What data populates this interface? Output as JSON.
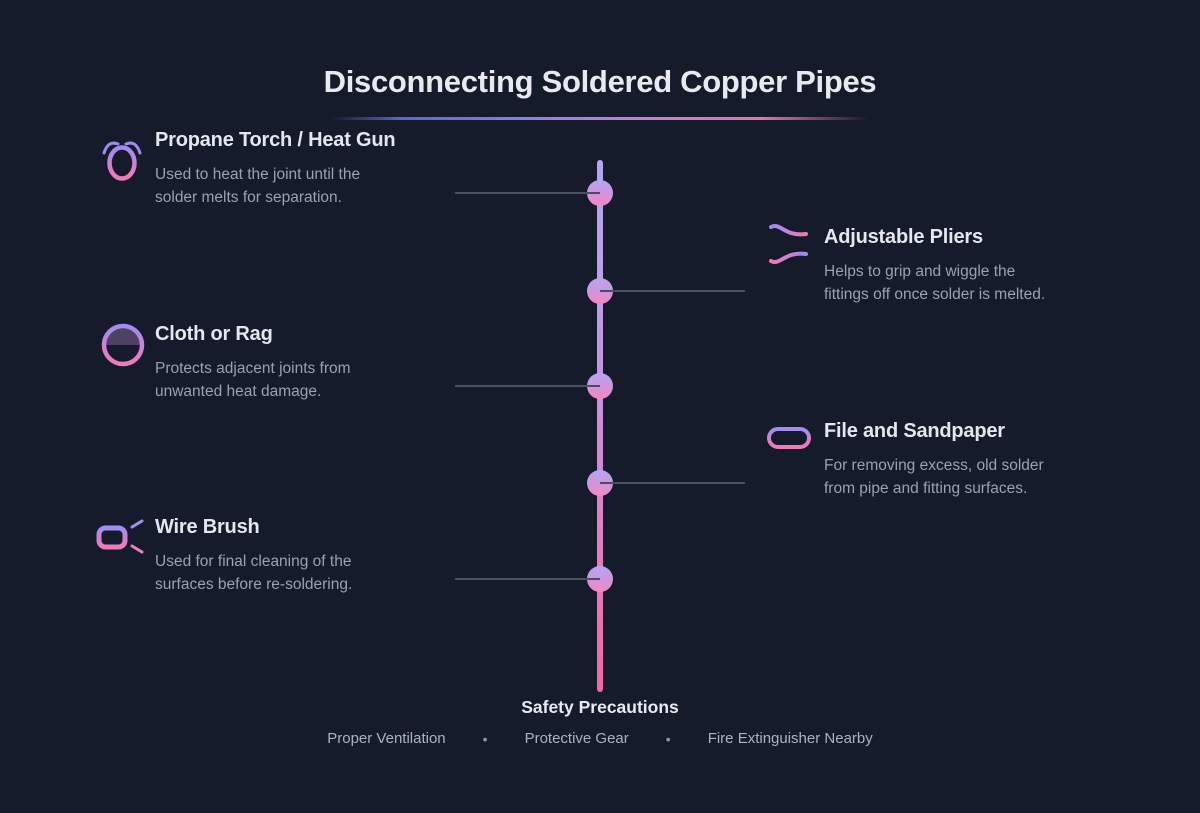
{
  "page": {
    "title": "Disconnecting Soldered Copper Pipes"
  },
  "tools": [
    {
      "title": "Propane Torch / Heat Gun",
      "description_lines": [
        "Used to heat the joint until the",
        "solder melts for separation."
      ],
      "icon": "torch-icon",
      "side": "left"
    },
    {
      "title": "Adjustable Pliers",
      "description_lines": [
        "Helps to grip and wiggle the",
        "fittings off once solder is melted."
      ],
      "icon": "pliers-icon",
      "side": "right"
    },
    {
      "title": "Cloth or Rag",
      "description_lines": [
        "Protects adjacent joints from",
        "unwanted heat damage."
      ],
      "icon": "cloth-icon",
      "side": "left"
    },
    {
      "title": "File and Sandpaper",
      "description_lines": [
        "For removing excess, old solder",
        "from pipe and fitting surfaces."
      ],
      "icon": "file-icon",
      "side": "right"
    },
    {
      "title": "Wire Brush",
      "description_lines": [
        "Used for final cleaning of the",
        "surfaces before re-soldering."
      ],
      "icon": "brush-icon",
      "side": "left"
    }
  ],
  "timeline": {
    "node_count": 5
  },
  "footer": {
    "title": "Safety Precautions",
    "separator": "•",
    "items": [
      "Proper Ventilation",
      "Protective Gear",
      "Fire Extinguisher Nearby"
    ]
  },
  "colors": {
    "background": "#161b2b",
    "accent_purple": "#a18ff2",
    "accent_pink": "#f172b0",
    "heading_text": "#e5e6ee",
    "body_text": "#99a1b3",
    "connector_line": "#485163"
  }
}
